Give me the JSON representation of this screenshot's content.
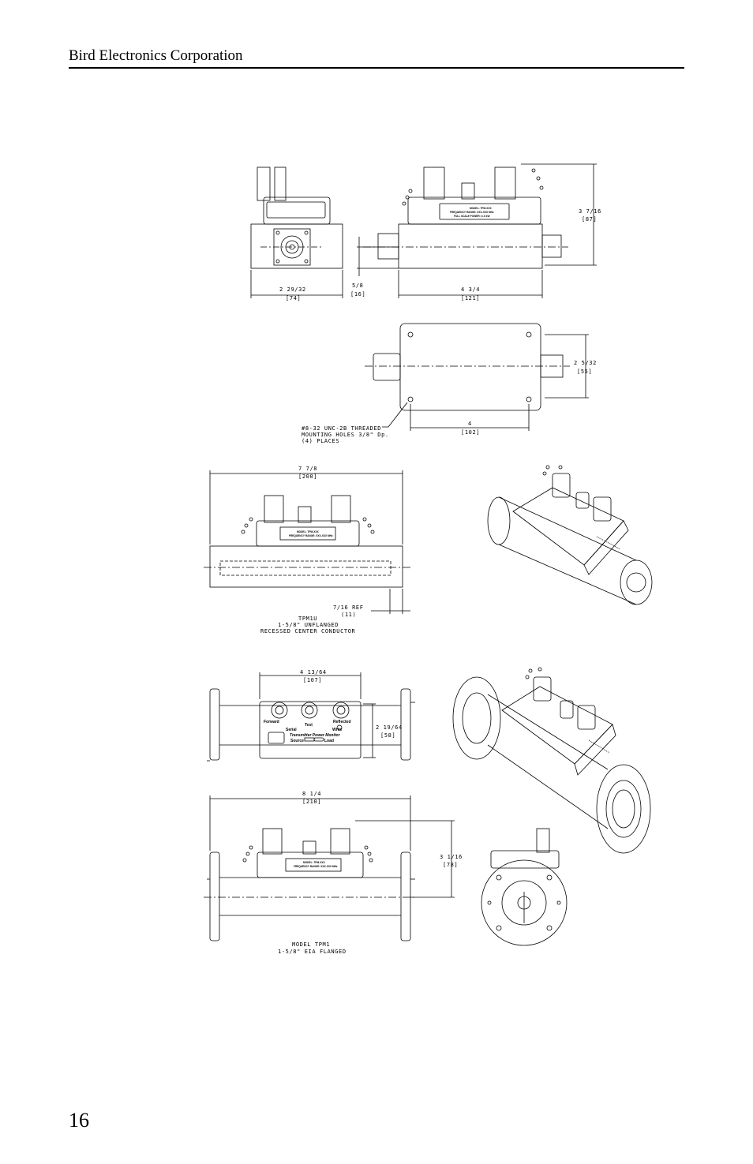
{
  "header": {
    "title": "Bird Electronics Corporation"
  },
  "page_number": "16",
  "drawing": {
    "top_views": {
      "end_width": "2 29/32",
      "end_width_mm": "[74]",
      "offset": "5/8",
      "offset_mm": "[16]",
      "body_length": "4 3/4",
      "body_length_mm": "[121]",
      "height": "3 7/16",
      "height_mm": "[87]"
    },
    "plan_view": {
      "hole_spacing_v": "2 5/32",
      "hole_spacing_v_mm": "[55]",
      "hole_spacing_h": "4",
      "hole_spacing_h_mm": "[102]",
      "note_line1": "#8-32 UNC-2B THREADED",
      "note_line2": "MOUNTING HOLES 3/8\" Dp.",
      "note_line3": "(4) PLACES"
    },
    "label_plate": {
      "line1": "MODEL: TPM-XXX",
      "line2": "FREQUENCY RANGE: XXX-XXX MHz",
      "line3": "FULL SCALE POWER: X.X kW"
    },
    "tpm1u": {
      "overall": "7 7/8",
      "overall_mm": "[200]",
      "ref": "7/16 REF",
      "ref_mm": "(11)",
      "caption1": "TPM1U",
      "caption2": "1-5/8\" UNFLANGED",
      "caption3": "RECESSED CENTER CONDUCTOR"
    },
    "front_panel": {
      "width": "4 13/64",
      "width_mm": "[107]",
      "height": "2 19/64",
      "height_mm": "[58]",
      "forward": "Forward",
      "test": "Test",
      "reflected": "Reflected",
      "serial": "Serial",
      "write": "Write",
      "title": "Transmitter Power Monitor",
      "source": "Source",
      "load": "Load"
    },
    "tpm1": {
      "overall": "8 1/4",
      "overall_mm": "[210]",
      "height": "3 1/16",
      "height_mm": "[78]",
      "caption1": "MODEL TPM1",
      "caption2": "1-5/8\" EIA FLANGED"
    }
  }
}
